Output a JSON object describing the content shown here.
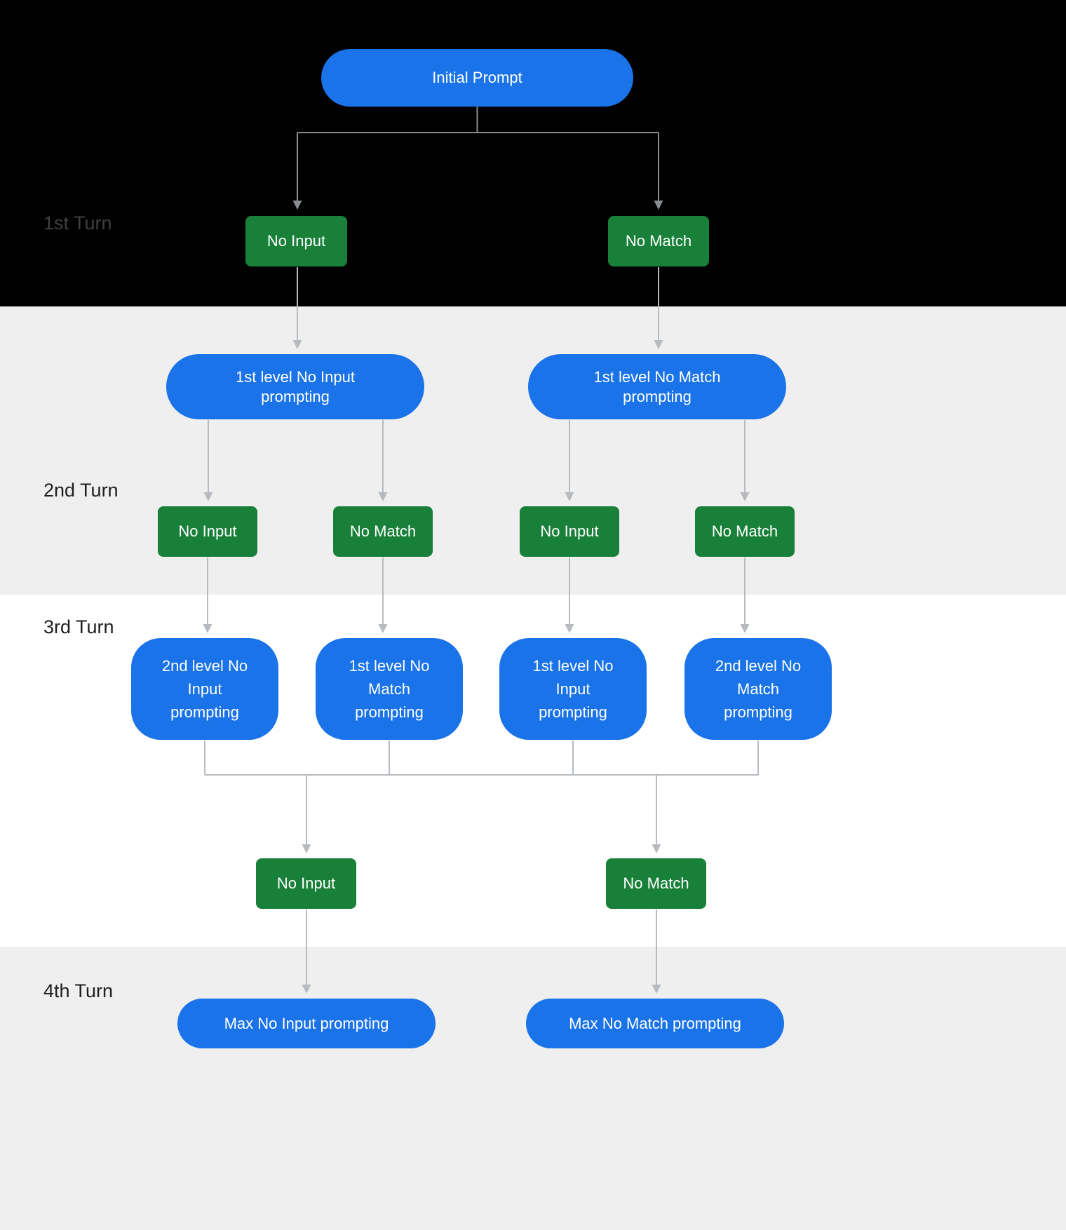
{
  "diagram": {
    "turn_labels": [
      "1st Turn",
      "2nd Turn",
      "3rd Turn",
      "4th Turn"
    ],
    "nodes": {
      "initial_prompt": "Initial Prompt",
      "turn1_no_input": "No Input",
      "turn1_no_match": "No Match",
      "level1_no_input_prompting": "1st level No Input\nprompting",
      "level1_no_match_prompting": "1st level No Match\nprompting",
      "turn2_no_input_left": "No Input",
      "turn2_no_match_left": "No Match",
      "turn2_no_input_right": "No Input",
      "turn2_no_match_right": "No Match",
      "level2_no_input_prompting": "2nd level No\nInput\nprompting",
      "level1_no_match_prompting_b": "1st level No\nMatch\nprompting",
      "level1_no_input_prompting_b": "1st level No\nInput\nprompting",
      "level2_no_match_prompting": "2nd level No\nMatch\nprompting",
      "turn3_no_input": "No Input",
      "turn3_no_match": "No Match",
      "max_no_input_prompting": "Max No Input prompting",
      "max_no_match_prompting": "Max No Match prompting"
    },
    "colors": {
      "node_blue": "#1a73e8",
      "node_green": "#188038",
      "connector_dark": "#8a8e92",
      "connector_light": "#b7bbbf",
      "band_turn1": "#000000",
      "band_turn2": "#efefef",
      "band_turn3": "#ffffff",
      "band_turn4": "#efefef",
      "node_text": "#ffffff"
    }
  }
}
